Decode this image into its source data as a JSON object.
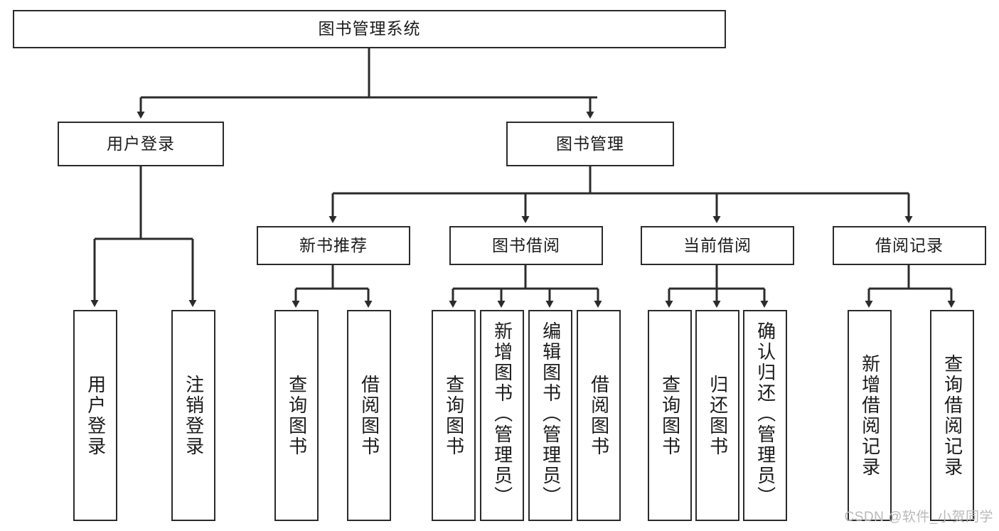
{
  "diagram": {
    "title": "图书管理系统",
    "type": "tree",
    "theme": {
      "background": "#ffffff",
      "stroke": "#2b2b2b",
      "text": "#1b1b1b",
      "watermark": "#b9b9b9"
    },
    "watermark": "CSDN @软件_小贺同学",
    "nodes": {
      "root": "图书管理系统",
      "level2": [
        "用户登录",
        "图书管理"
      ],
      "level3": [
        "新书推荐",
        "图书借阅",
        "当前借阅",
        "借阅记录"
      ],
      "leaves_user_login": [
        "用户登录",
        "注销登录"
      ],
      "leaves_new_book": [
        "查询图书",
        "借阅图书"
      ],
      "leaves_borrow": [
        "查询图书",
        "新增图书（管理员）",
        "编辑图书（管理员）",
        "借阅图书"
      ],
      "leaves_current": [
        "查询图书",
        "归还图书",
        "确认归还（管理员）"
      ],
      "leaves_records": [
        "新增借阅记录",
        "查询借阅记录"
      ]
    }
  }
}
